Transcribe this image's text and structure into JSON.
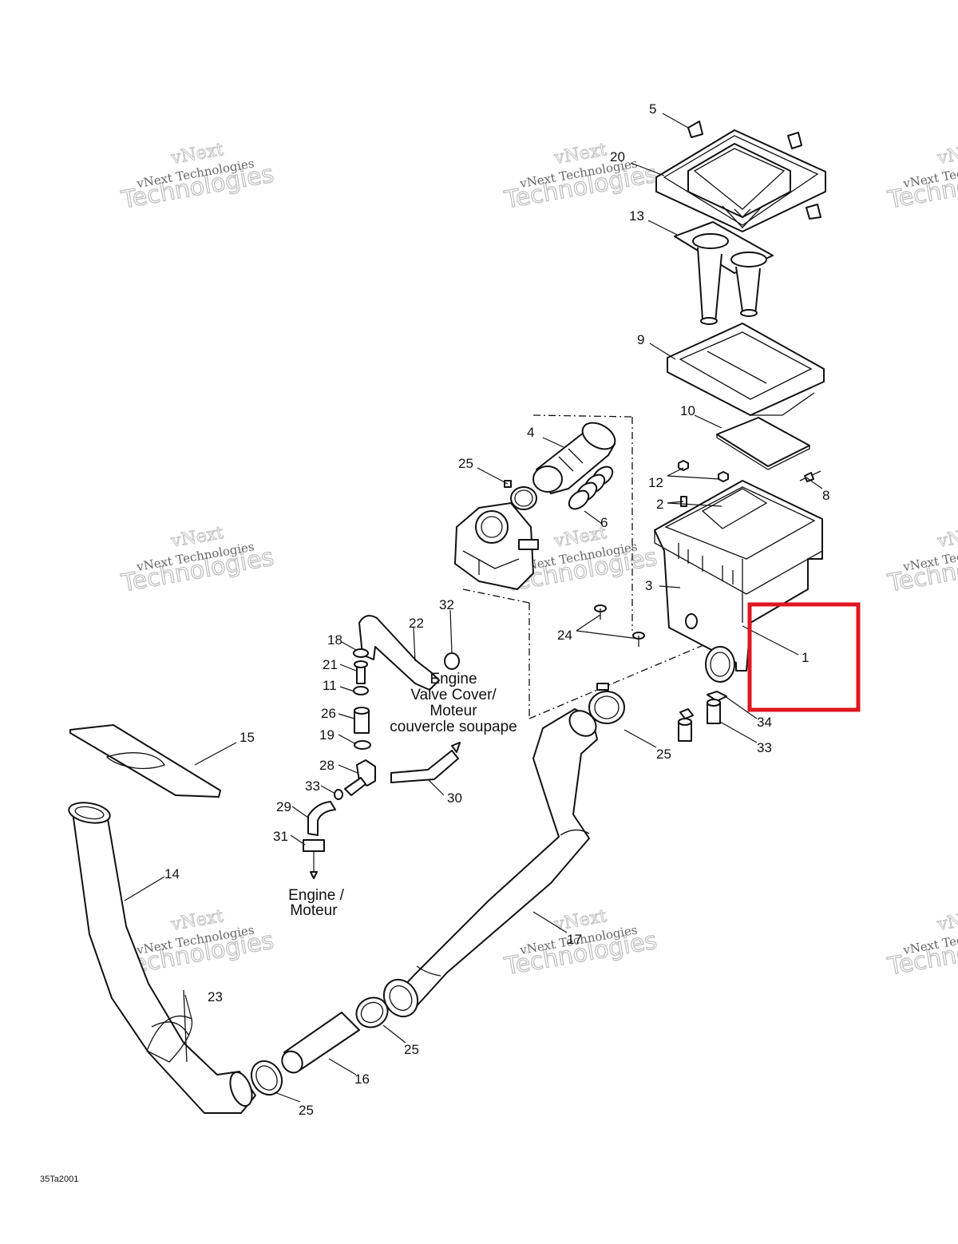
{
  "diagram": {
    "labels": {
      "l1": "1",
      "l2": "2",
      "l3": "3",
      "l4": "4",
      "l5": "5",
      "l6": "6",
      "l8": "8",
      "l9": "9",
      "l10": "10",
      "l11": "11",
      "l12": "12",
      "l13": "13",
      "l14": "14",
      "l15": "15",
      "l16": "16",
      "l17": "17",
      "l18": "18",
      "l19": "19",
      "l20": "20",
      "l21": "21",
      "l22": "22",
      "l23": "23",
      "l24": "24",
      "l25a": "25",
      "l25b": "25",
      "l25c": "25",
      "l25d": "25",
      "l26": "26",
      "l28": "28",
      "l29": "29",
      "l30": "30",
      "l31": "31",
      "l32": "32",
      "l33a": "33",
      "l33b": "33",
      "l34": "34"
    },
    "notes": {
      "valve_cover": [
        "Engine",
        "Valve Cover/",
        "Moteur",
        "couvercle soupape"
      ],
      "engine": [
        "Engine /",
        "Moteur"
      ]
    },
    "figure_code": "35Ta2001",
    "highlight_color": "#e0161e"
  },
  "watermark": {
    "line1": "vNext Technologies",
    "line2": "Technologies",
    "line3": "vNext"
  }
}
